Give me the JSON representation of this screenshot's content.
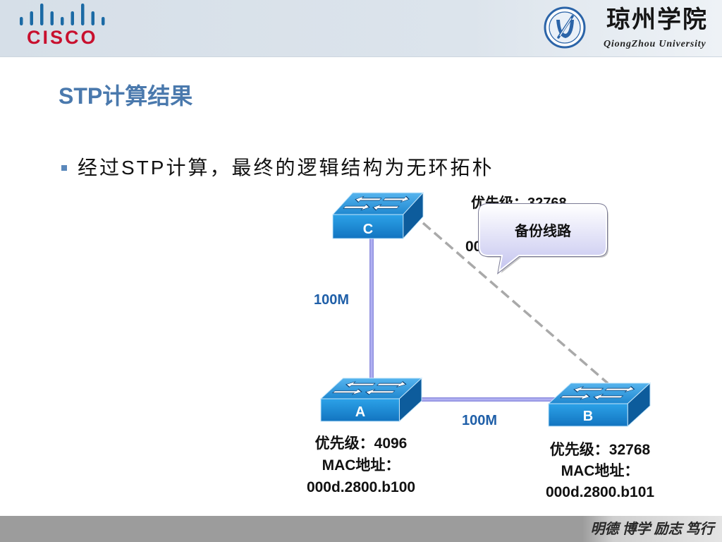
{
  "header": {
    "brand_logo_text": "CISCO",
    "school_name": "琼州学院",
    "school_name_en": "QiongZhou University"
  },
  "slide": {
    "title": "STP计算结果",
    "bullets": [
      "经过STP计算，最终的逻辑结构为无环拓朴"
    ]
  },
  "diagram": {
    "switches": {
      "c": {
        "label": "C",
        "priority": "优先级：32768",
        "mac_partial": "00"
      },
      "a": {
        "label": "A",
        "priority": "优先级：4096",
        "mac_label": "MAC地址：",
        "mac": "000d.2800.b100"
      },
      "b": {
        "label": "B",
        "priority": "优先级：32768",
        "mac_label": "MAC地址：",
        "mac": "000d.2800.b101"
      }
    },
    "links": {
      "c_a": {
        "bandwidth": "100M"
      },
      "a_b": {
        "bandwidth": "100M"
      },
      "c_b": {
        "dashed": true
      }
    },
    "callout": {
      "text": "备份线路"
    }
  },
  "footer": {
    "motto": "明德 博学 励志 笃行"
  },
  "icons": {
    "brand_logo": "cisco-bridge-bars-icon",
    "school_emblem": "university-seal-icon",
    "network_device": "workgroup-switch-icon"
  },
  "colors": {
    "title": "#4a79ad",
    "bullet": "#5a88bb",
    "link": "#b0b0f2",
    "bandwidth_label": "#1f5fa8",
    "brand_red": "#c8102e",
    "brand_bars": "#1b6aa5"
  }
}
